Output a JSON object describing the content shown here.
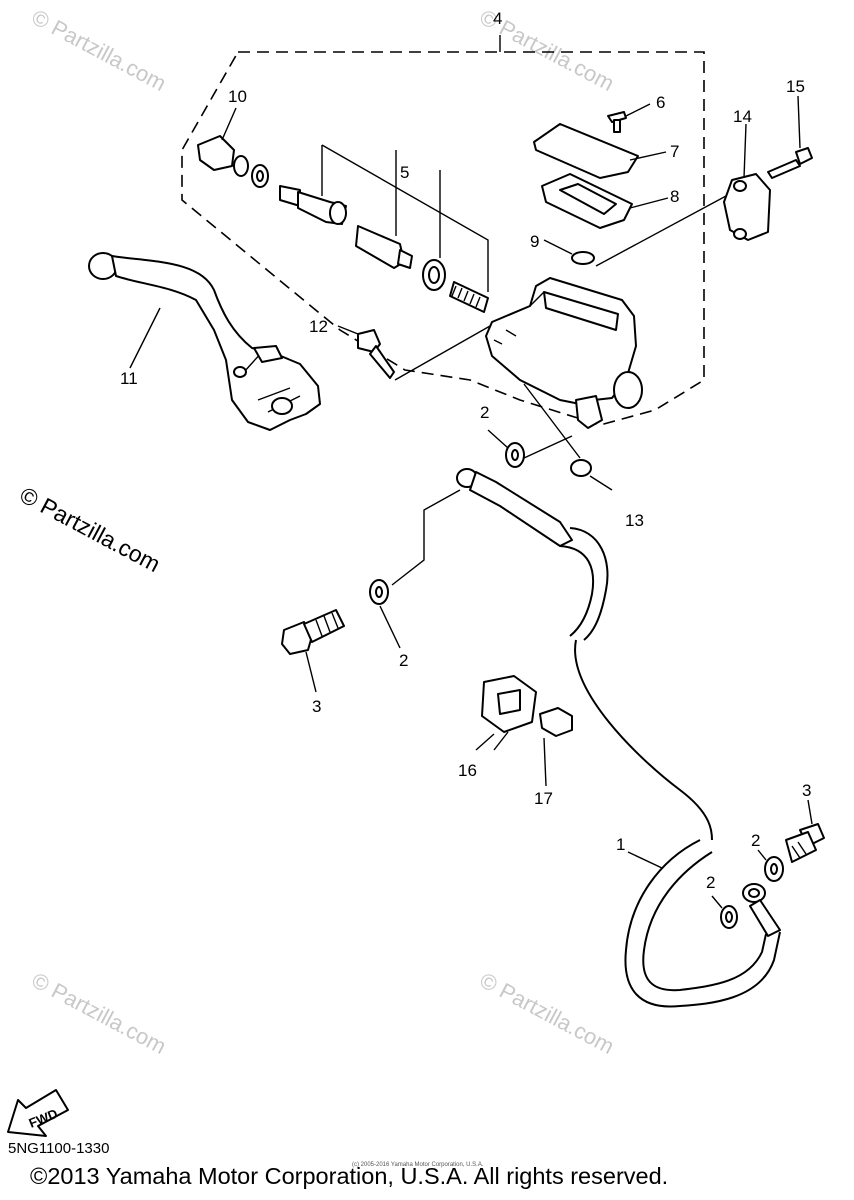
{
  "callouts": {
    "c1": "1",
    "c2a": "2",
    "c2b": "2",
    "c2c": "2",
    "c2d": "2",
    "c3a": "3",
    "c3b": "3",
    "c4": "4",
    "c5": "5",
    "c6": "6",
    "c7": "7",
    "c8": "8",
    "c9": "9",
    "c10": "10",
    "c11": "11",
    "c12": "12",
    "c13": "13",
    "c14": "14",
    "c15": "15",
    "c16": "16",
    "c17": "17"
  },
  "watermark": {
    "main": "© Partzilla.com",
    "faint": "© Partzilla.com"
  },
  "fwd_label": "FWD",
  "diagram_code": "5NG1100-1330",
  "copyright": "©2013 Yamaha Motor Corporation, U.S.A. All rights reserved.",
  "small_copyright": "(c) 2005-2016 Yamaha Motor Corporation, U.S.A."
}
